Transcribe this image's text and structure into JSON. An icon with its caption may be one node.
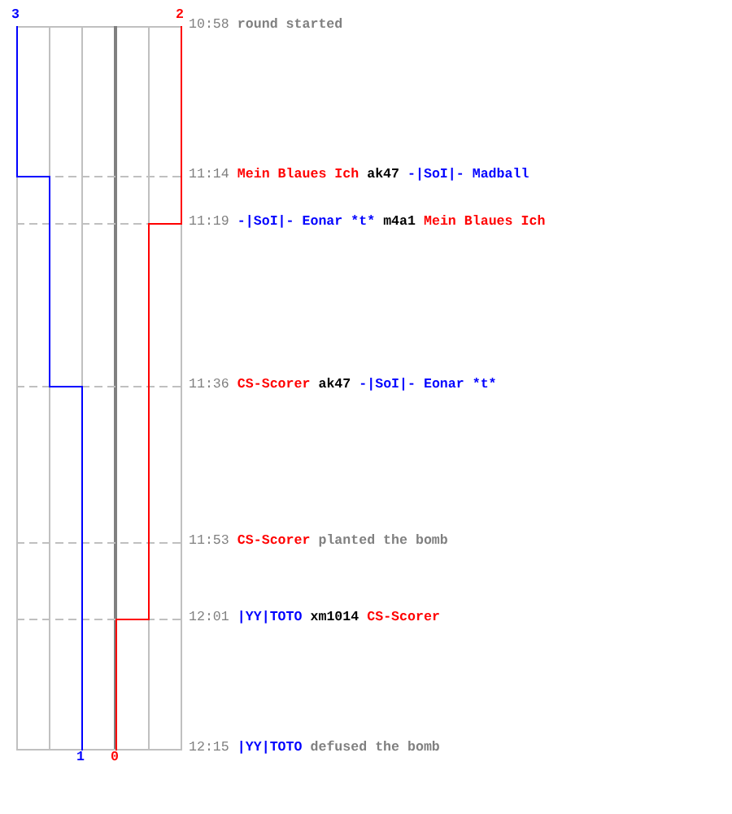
{
  "diagram": {
    "labels": [
      "3",
      "2",
      "10:58",
      "round started",
      "11:14",
      "Mein Blaues Ich",
      "ak47",
      "-|SoI|- Madball",
      "11:19",
      "-|SoI|- Eonar *t*",
      "m4a1",
      "Mein Blaues Ich",
      "11:36",
      "CS-Scorer",
      "ak47",
      "-|SoI|- Eonar *t*",
      "11:53",
      "CS-Scorer",
      "planted the bomb",
      "12:01",
      "|YY|TOTO",
      "xm1014",
      "CS-Scorer",
      "12:15",
      "|YY|TOTO",
      "defused the bomb",
      "1",
      "0"
    ]
  }
}
